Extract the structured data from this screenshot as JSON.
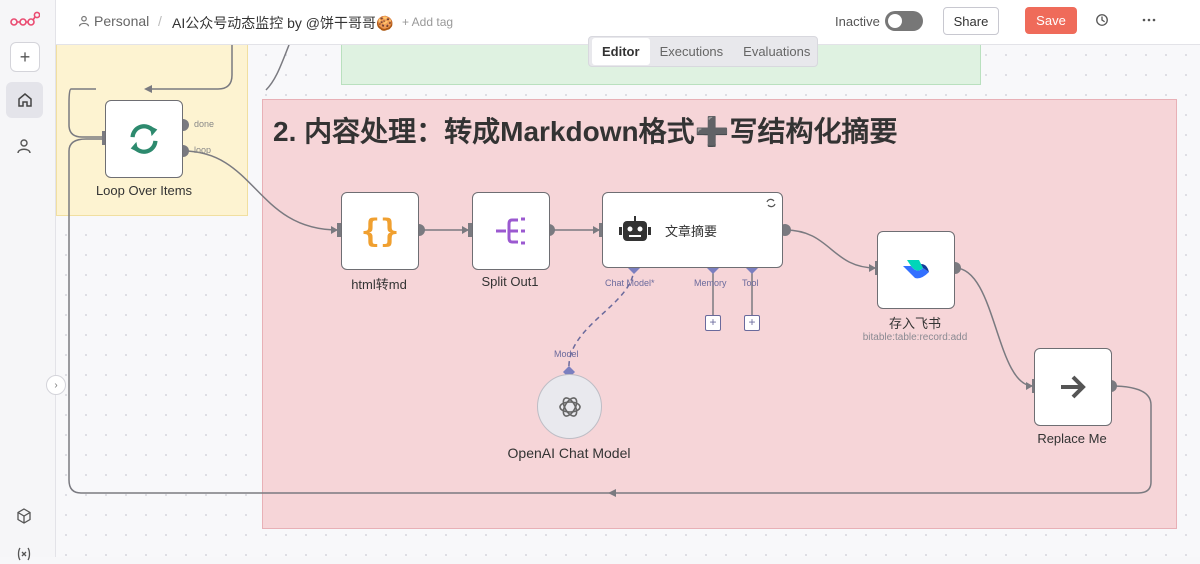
{
  "header": {
    "project": "Personal",
    "workflow_title": "AI公众号动态监控 by @饼干哥哥🍪",
    "add_tag": "+ Add tag",
    "status_label": "Inactive",
    "share_label": "Share",
    "save_label": "Save"
  },
  "tabs": [
    {
      "label": "Editor"
    },
    {
      "label": "Executions"
    },
    {
      "label": "Evaluations"
    }
  ],
  "sticky_note": {
    "title": "2. 内容处理：转成Markdown格式➕写结构化摘要"
  },
  "nodes": {
    "loop": {
      "label": "Loop Over Items",
      "port_done": "done",
      "port_loop": "loop"
    },
    "html_md": {
      "label": "html转md"
    },
    "split": {
      "label": "Split Out1"
    },
    "agent": {
      "label": "文章摘要",
      "port_chat_model": "Chat Model*",
      "port_memory": "Memory",
      "port_tool": "Tool"
    },
    "openai": {
      "label": "OpenAI Chat Model",
      "port_model": "Model"
    },
    "feishu": {
      "label": "存入飞书",
      "subtitle": "bitable:table:record:add"
    },
    "replace": {
      "label": "Replace Me"
    }
  },
  "colors": {
    "accent": "#ef6b5a",
    "sticky_yellow": "#fdf3d1",
    "sticky_green": "#dff2e1",
    "sticky_red": "#f6d5d8",
    "loop_icon": "#2d8a6e",
    "code_icon": "#f0a030",
    "split_icon": "#9b59d0",
    "feishu_icon": "#3370ff"
  },
  "icons": {
    "logo": "n8n-logo-icon",
    "add": "plus-icon",
    "home": "home-icon",
    "user": "user-icon",
    "templates": "cube-icon",
    "variables": "variables-icon",
    "history": "history-icon",
    "more": "ellipsis-icon"
  }
}
